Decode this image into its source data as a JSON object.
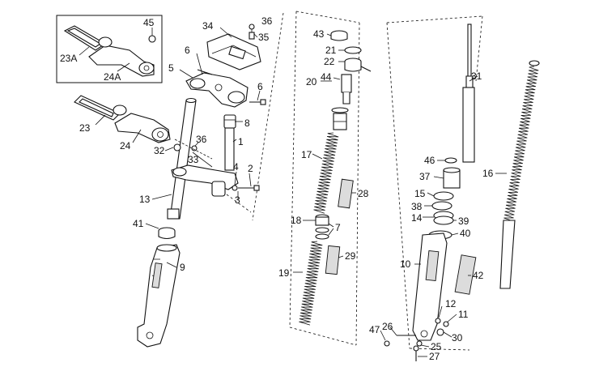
{
  "diagram": {
    "labels": {
      "l45": "45",
      "l23A": "23A",
      "l24A": "24A",
      "l34": "34",
      "l36a": "36",
      "l35": "35",
      "l6a": "6",
      "l5": "5",
      "l6b": "6",
      "l8": "8",
      "l23": "23",
      "l24": "24",
      "l36b": "36",
      "l32": "32",
      "l33": "33",
      "l1": "1",
      "l4": "4",
      "l2": "2",
      "l3": "3",
      "l13": "13",
      "l41": "41",
      "l9": "9",
      "l43": "43",
      "l21": "21",
      "l22": "22",
      "l20": "20",
      "l44": "44",
      "l17": "17",
      "l28": "28",
      "l18": "18",
      "l7": "7",
      "l19": "19",
      "l29": "29",
      "l31": "31",
      "l46": "46",
      "l37": "37",
      "l15": "15",
      "l38": "38",
      "l14": "14",
      "l39": "39",
      "l40": "40",
      "l10": "10",
      "l42": "42",
      "l16": "16",
      "l12": "12",
      "l11": "11",
      "l30": "30",
      "l47": "47",
      "l26": "26",
      "l25": "25",
      "l27": "27"
    }
  }
}
